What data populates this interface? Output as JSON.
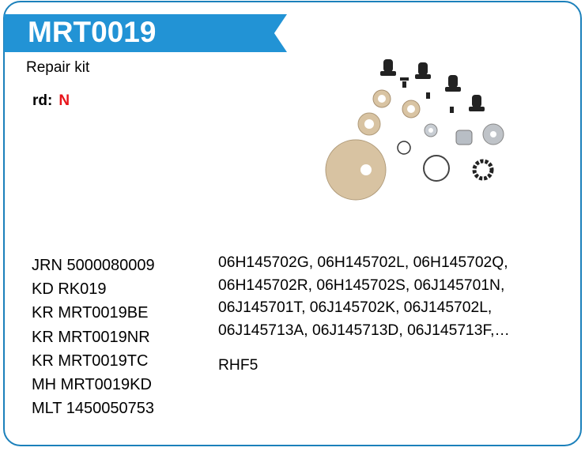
{
  "header": {
    "title": "MRT0019"
  },
  "product": {
    "type": "Repair kit",
    "rd_label": "rd:",
    "rd_value": "N",
    "image": "repair-kit-parts-photo"
  },
  "cross_references": [
    "JRN 5000080009",
    "KD RK019",
    "KR MRT0019BE",
    "KR MRT0019NR",
    "KR MRT0019TC",
    "MH MRT0019KD",
    "MLT 1450050753"
  ],
  "oem_numbers": [
    "06H145702G, 06H145702L, 06H145702Q,",
    "06H145702R, 06H145702S, 06J145701N,",
    "06J145701T, 06J145702K, 06J145702L,",
    "06J145713A, 06J145713D, 06J145713F,…"
  ],
  "turbo_model": "RHF5",
  "colors": {
    "accent": "#2293d5",
    "border": "#1b80bb",
    "rd_value": "#e8141b"
  }
}
